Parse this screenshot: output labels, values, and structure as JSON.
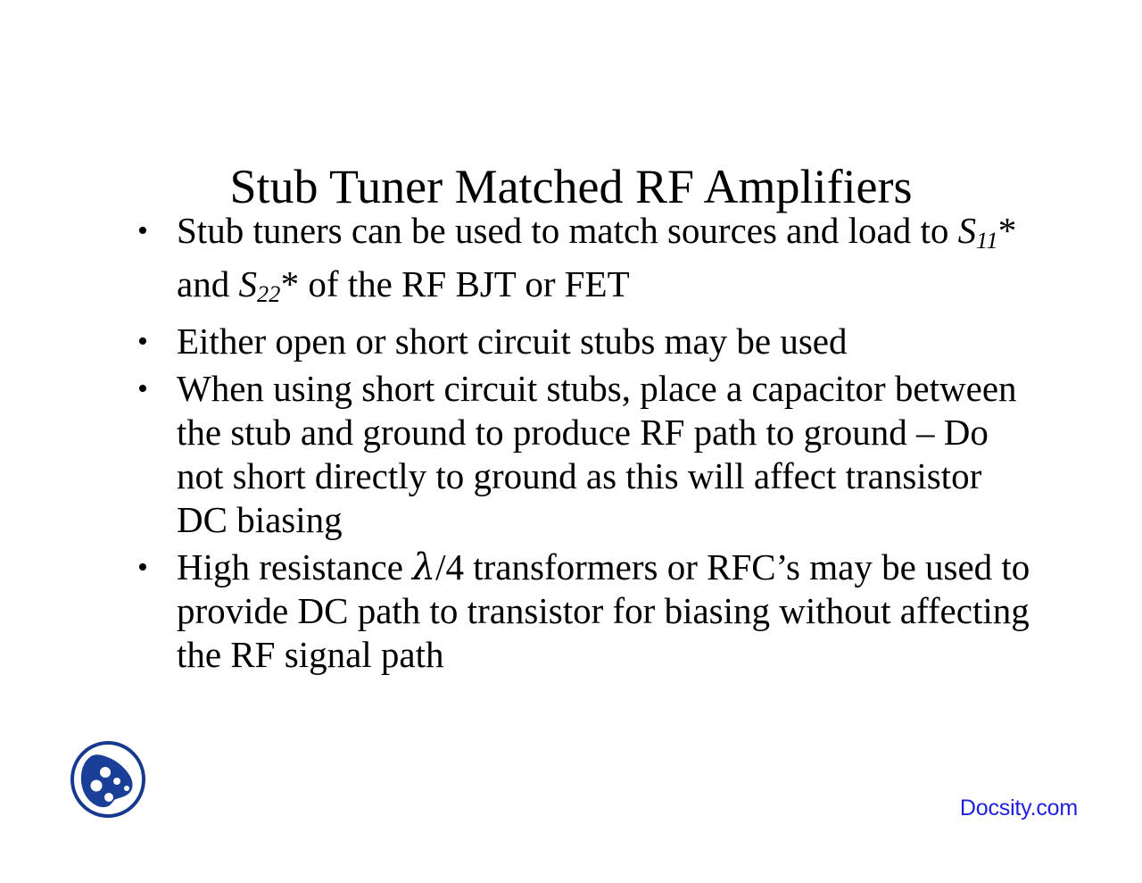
{
  "slide": {
    "background_color": "#ffffff",
    "text_color": "#000000",
    "title": "Stub Tuner Matched RF Amplifiers",
    "bullet_glyph": "•",
    "bullets": [
      {
        "id": "bullet-stub-tuners-match",
        "prefix": "Stub tuners can be used to match sources and load to ",
        "symbol_1": "S",
        "symbol_1_sub": "11",
        "mid": "* and ",
        "symbol_2": "S",
        "symbol_2_sub": "22",
        "suffix": "* of the RF BJT or FET",
        "plain_text": "Stub tuners can be used to match sources and load to S11* and S22* of the RF BJT or FET"
      },
      {
        "id": "bullet-open-or-short",
        "plain_text": "Either open or short circuit stubs may be used"
      },
      {
        "id": "bullet-short-circuit-capacitor",
        "plain_text": "When using short circuit stubs, place a capacitor between the stub and ground to produce RF path to ground – Do not short directly to ground as this will affect transistor DC biasing"
      },
      {
        "id": "bullet-quarter-wave-rfc",
        "prefix": "High resistance ",
        "lambda": "λ",
        "suffix": "/4 transformers or RFC’s may be used to provide DC path to transistor for biasing without affecting the RF signal path",
        "plain_text": "High resistance λ/4 transformers or RFC’s may be used to provide DC path to transistor for biasing without affecting the RF signal path"
      }
    ]
  },
  "branding": {
    "wordmark": "Docsity.com",
    "wordmark_color": "#1f1fe0",
    "logo_ring_color": "#173a8f",
    "logo_blob_color": "#1a3f99",
    "logo_dot_color": "#ffffff",
    "logo_name": "docsity-logo"
  }
}
